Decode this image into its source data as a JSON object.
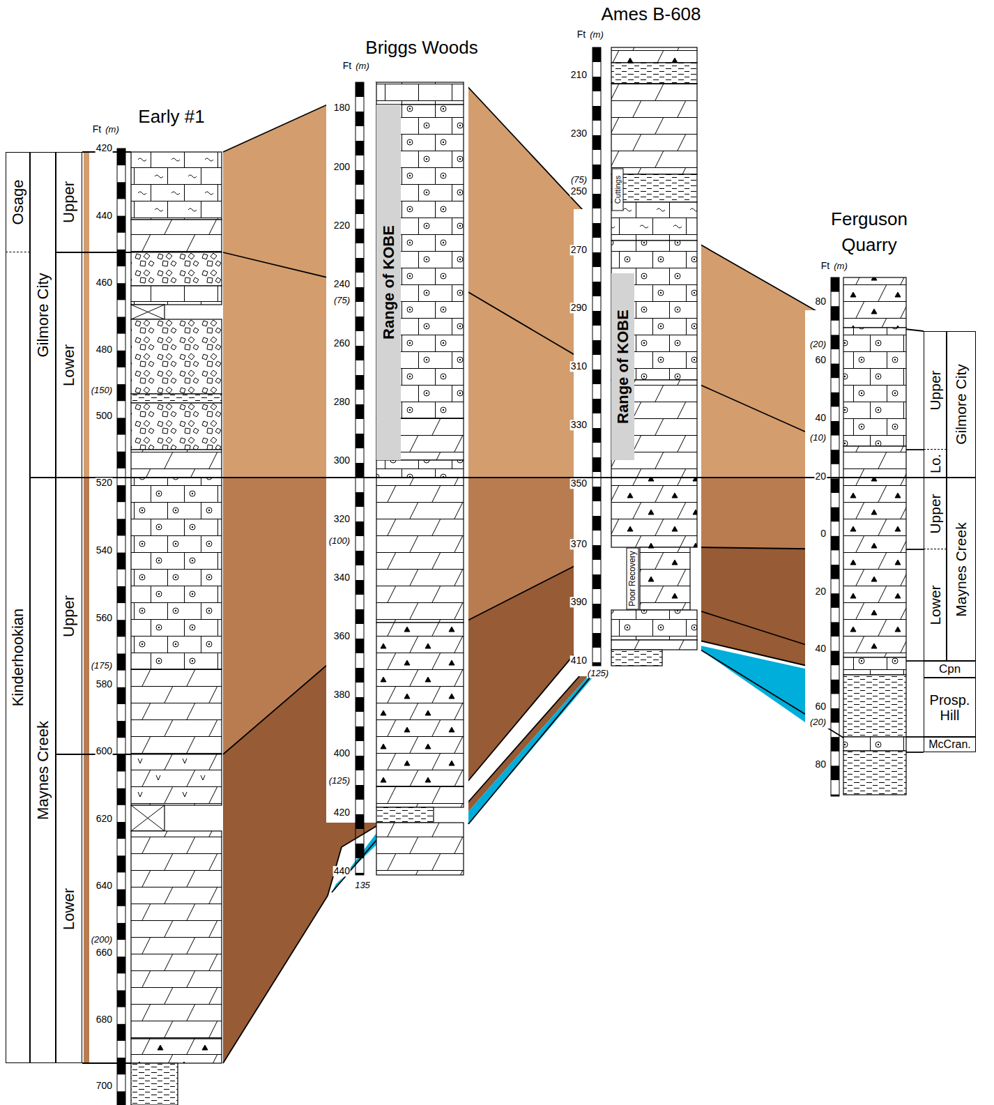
{
  "diagram": {
    "nodes": [
      {
        "text": [
          "Osage"
        ]
      },
      {
        "text": [
          "Kinderhookian"
        ]
      },
      {
        "text": [
          "Gilmore City"
        ]
      },
      {
        "text": [
          "Maynes Creek"
        ]
      },
      {
        "text": [
          "Upper"
        ]
      },
      {
        "text": [
          "Lower"
        ]
      },
      {
        "text": [
          "Upper"
        ]
      },
      {
        "text": [
          "Lower"
        ]
      },
      {
        "text": [
          "Range of KOBE"
        ]
      },
      {
        "text": [
          "Range of KOBE"
        ]
      },
      {
        "text": [
          "Upper"
        ]
      },
      {
        "text": [
          "Lo."
        ]
      },
      {
        "text": [
          "Gilmore City"
        ]
      },
      {
        "text": [
          "Upper"
        ]
      },
      {
        "text": [
          "Lower"
        ]
      },
      {
        "text": [
          "Maynes Creek"
        ]
      },
      {
        "text": [
          "Cpn"
        ]
      },
      {
        "text": [
          "Prosp. Hill"
        ]
      },
      {
        "text": [
          "McCran."
        ]
      }
    ],
    "labels": [
      "Early #1",
      "Ft",
      "(m)",
      "420",
      "440",
      "460",
      "480",
      "(150)",
      "500",
      "520",
      "540",
      "560",
      "(175)",
      "580",
      "600",
      "620",
      "640",
      "(200)",
      "660",
      "680",
      "700",
      "Briggs Woods",
      "Ft",
      "(m)",
      "180",
      "200",
      "220",
      "240",
      "(75)",
      "260",
      "280",
      "300",
      "320",
      "(100)",
      "340",
      "360",
      "380",
      "400",
      "(125)",
      "420",
      "440",
      "135",
      "Ames B-608",
      "Ft",
      "(m)",
      "210",
      "230",
      "(75)",
      "250",
      "270",
      "290",
      "310",
      "330",
      "350",
      "370",
      "390",
      "410",
      "(125)",
      "Ferguson Quarry",
      "Ft",
      "(m)",
      "80",
      "(20)",
      "60",
      "40",
      "(10)",
      "20",
      "0",
      "20",
      "40",
      "60",
      "(20)",
      "80",
      "Cuttings",
      "Poor Recovery"
    ]
  }
}
